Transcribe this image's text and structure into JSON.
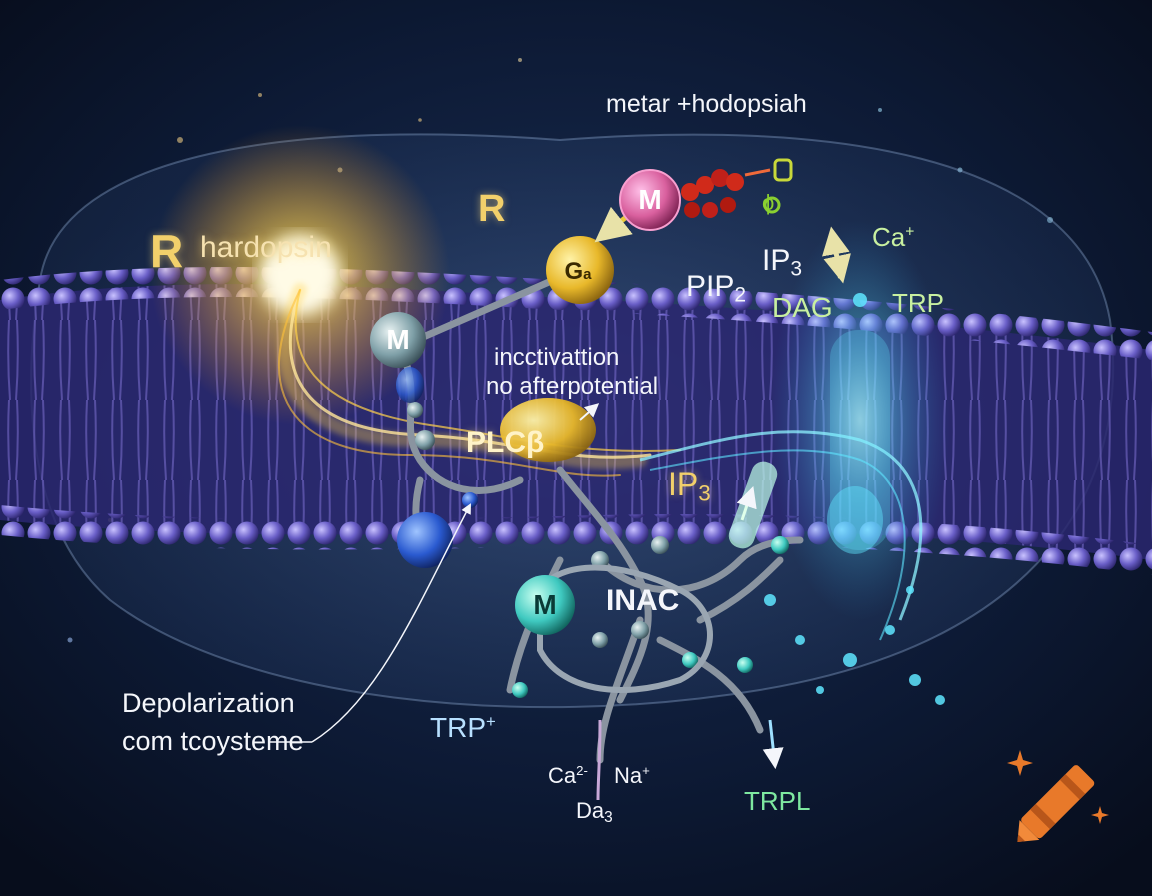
{
  "labels": {
    "top_title": "metar +hodopsiah",
    "r_hardopsin": "R",
    "r_hardopsin_suffix": "hardopsin",
    "r_small": "R",
    "m_top": "M",
    "g_alpha": "G",
    "g_alpha_sub": "a",
    "m_left": "M",
    "pip2": "PIP",
    "pip2_sub": "2",
    "ip3_top": "IP",
    "ip3_top_sub": "3",
    "ca_top": "Ca",
    "ca_top_sup": "+",
    "dag": "DAG",
    "trp_right": "TRP",
    "inactivation_1": "incctivattion",
    "inactivation_2": "no afterpotential",
    "plc": "PLCβ",
    "ip3_mid": "IP",
    "ip3_mid_sub": "3",
    "m_bottom": "M",
    "inac": "INAC",
    "depol_1": "Depolarization",
    "depol_2": "com tcoysteme",
    "trp_bottom": "TRP",
    "trp_bottom_sup": "+",
    "ca2": "Ca",
    "ca2_sup": "2-",
    "na": "Na",
    "na_sup": "+",
    "da3": "Da",
    "da3_sub": "3",
    "trpl": "TRPL",
    "small_symbol": "ϕ"
  },
  "colors": {
    "background": "#0a1428",
    "membrane": "#4a3f9a",
    "glow_gold": "#ffd24a",
    "glow_cyan": "#5fe6ff",
    "label_gold": "#f2d06b",
    "label_green": "#c8f0a0",
    "label_white": "#f4f6fb",
    "trpl_green": "#7ee8a0",
    "logo_orange": "#e8792a"
  },
  "icons": {
    "logo": "crayon-logo-icon",
    "sparkle": "sparkle-icon"
  }
}
